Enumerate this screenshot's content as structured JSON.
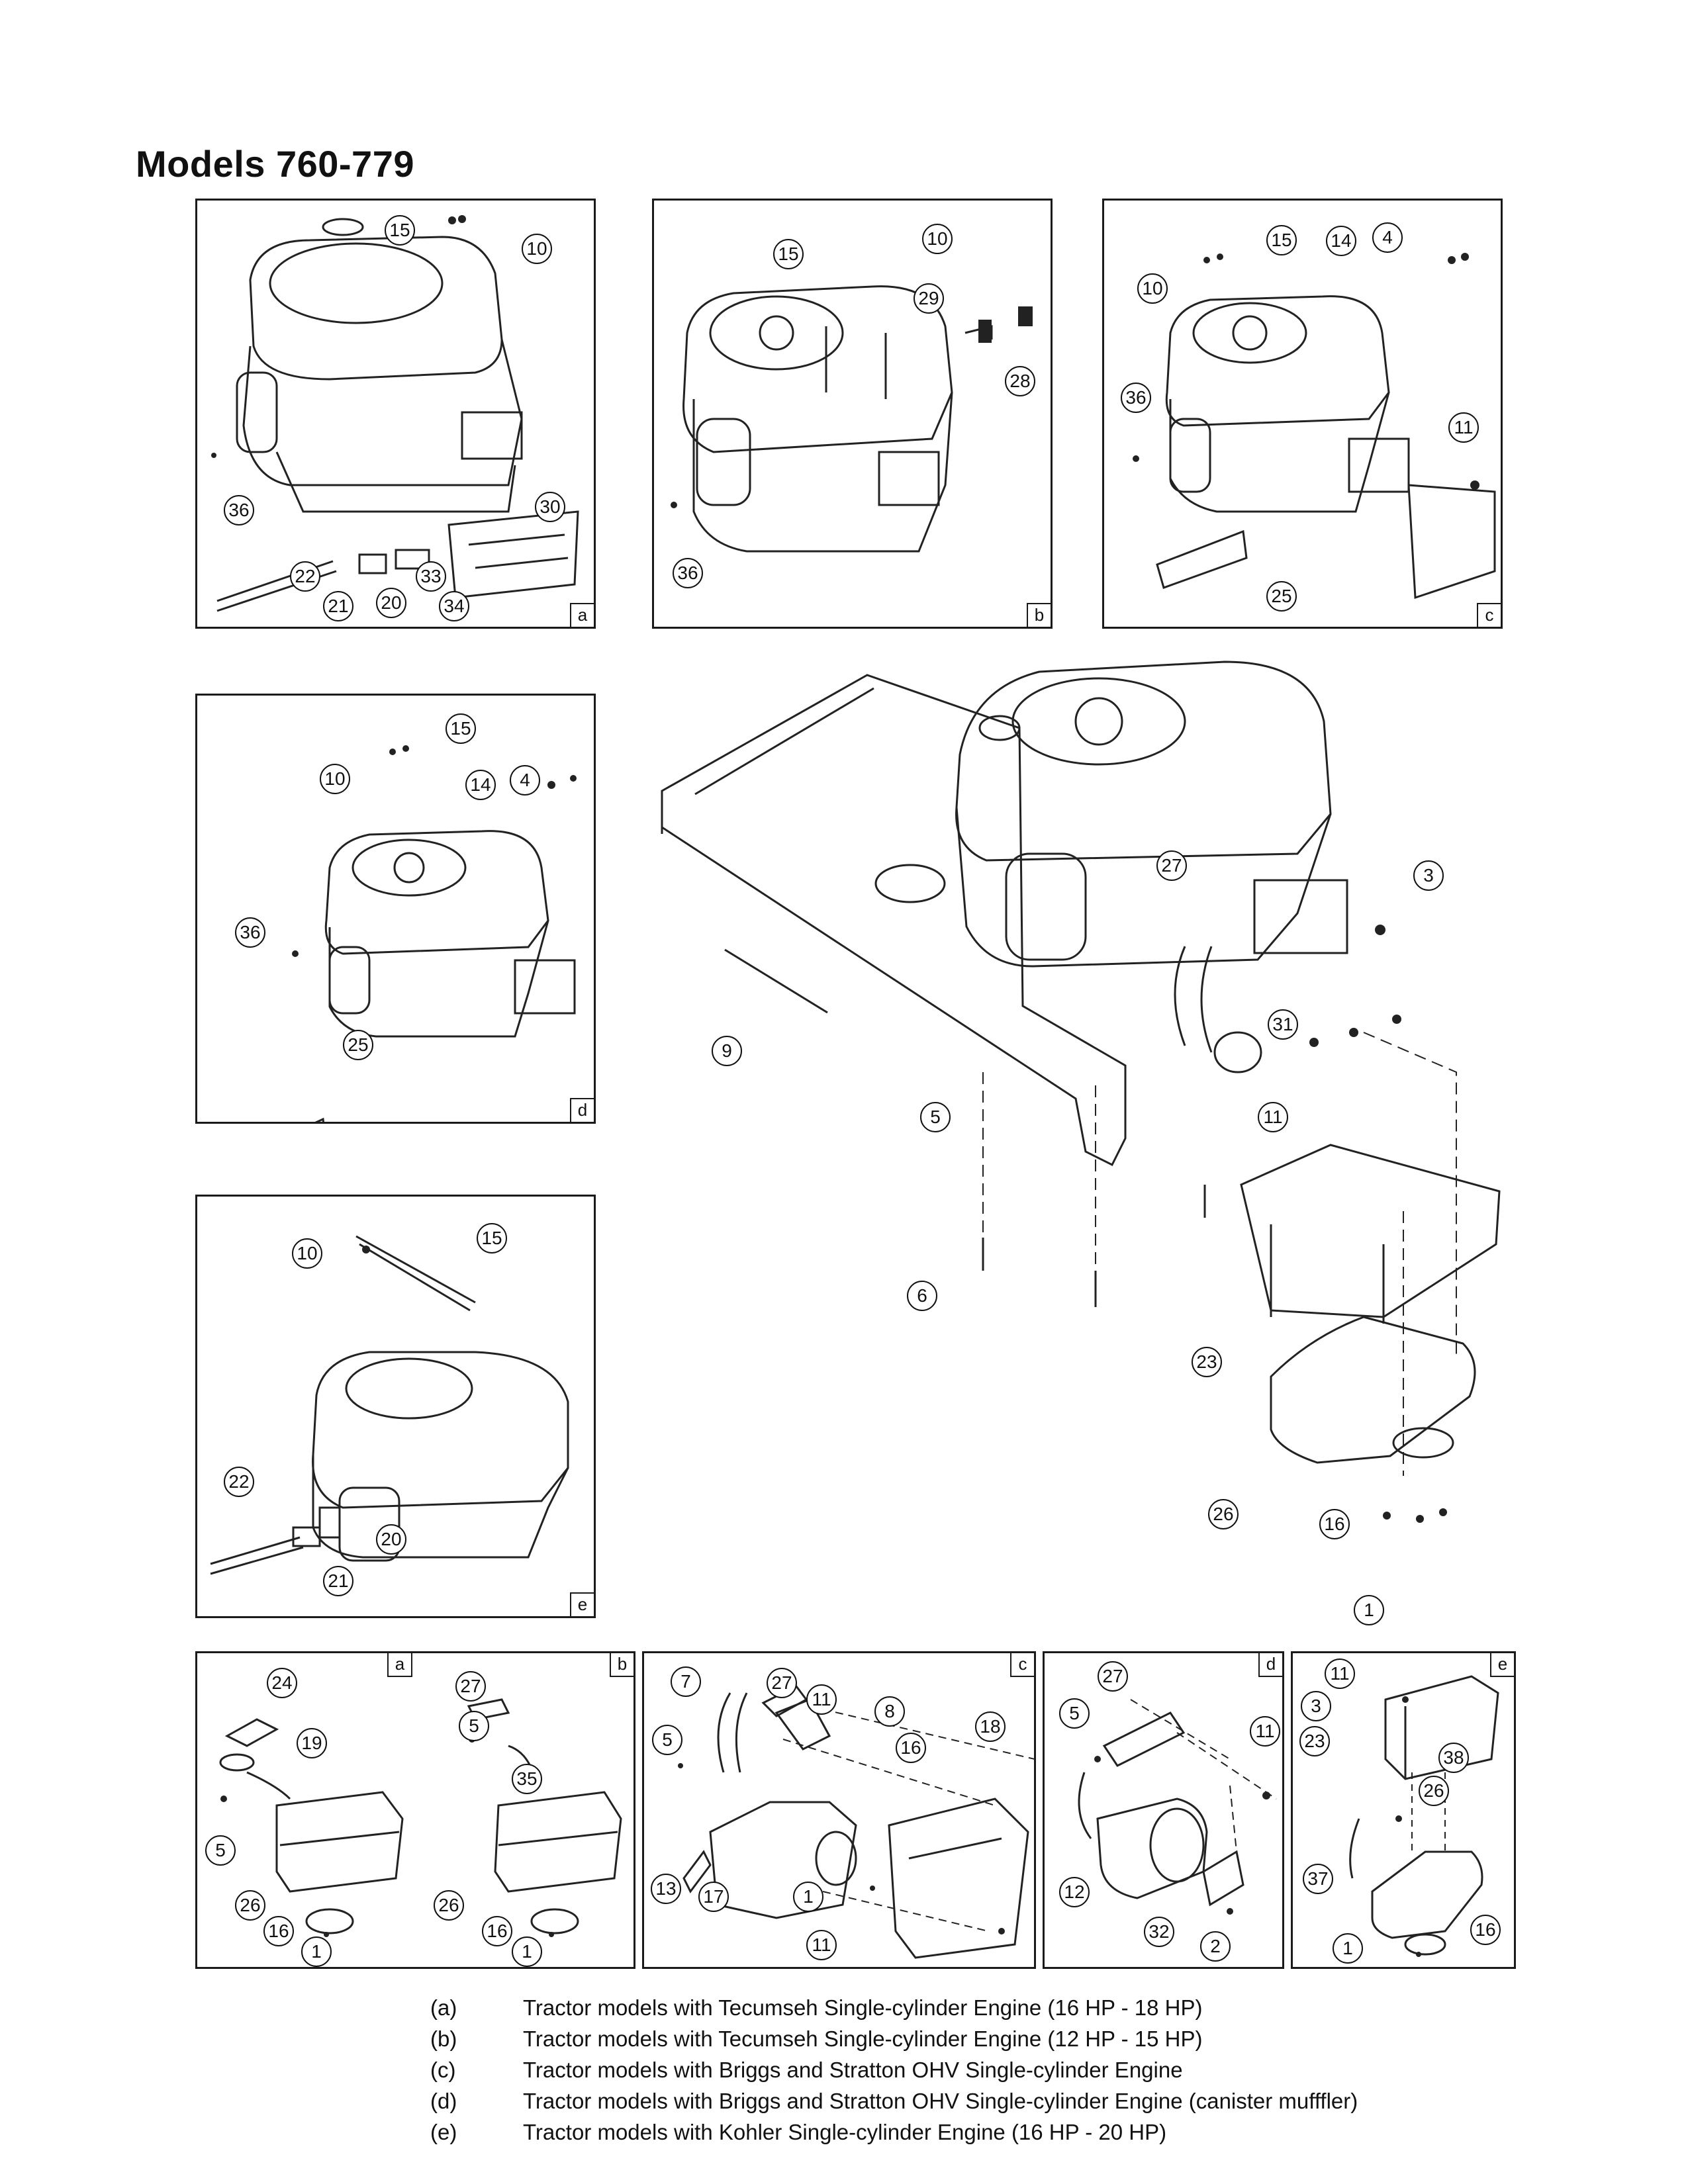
{
  "title": "Models 760-779",
  "panels": {
    "top_a": {
      "tag": "a",
      "callouts": [
        "15",
        "10",
        "36",
        "30",
        "22",
        "33",
        "21",
        "20",
        "34"
      ]
    },
    "top_b": {
      "tag": "b",
      "callouts": [
        "15",
        "10",
        "29",
        "28",
        "36"
      ]
    },
    "top_c": {
      "tag": "c",
      "callouts": [
        "15",
        "4",
        "14",
        "10",
        "36",
        "11",
        "25"
      ]
    },
    "mid_d": {
      "tag": "d",
      "callouts": [
        "15",
        "10",
        "4",
        "14",
        "36",
        "25"
      ]
    },
    "mid_e": {
      "tag": "e",
      "callouts": [
        "15",
        "10",
        "22",
        "20",
        "21"
      ]
    },
    "main": {
      "callouts": [
        "27",
        "3",
        "9",
        "31",
        "5",
        "11",
        "6",
        "23",
        "26",
        "16",
        "1"
      ]
    },
    "bot_ab": {
      "tag_a": "a",
      "tag_b": "b",
      "callouts": [
        "24",
        "27",
        "5",
        "19",
        "35",
        "5",
        "26",
        "26",
        "16",
        "1",
        "16",
        "1"
      ]
    },
    "bot_c": {
      "tag": "c",
      "callouts": [
        "7",
        "27",
        "11",
        "8",
        "5",
        "16",
        "18",
        "13",
        "17",
        "1",
        "11"
      ]
    },
    "bot_d": {
      "tag": "d",
      "callouts": [
        "27",
        "5",
        "11",
        "12",
        "32",
        "2"
      ]
    },
    "bot_e": {
      "tag": "e",
      "callouts": [
        "11",
        "3",
        "23",
        "38",
        "26",
        "37",
        "1",
        "16"
      ]
    }
  },
  "legend": [
    {
      "key": "(a)",
      "text": "Tractor models with Tecumseh Single-cylinder Engine (16 HP - 18 HP)"
    },
    {
      "key": "(b)",
      "text": "Tractor models with Tecumseh Single-cylinder Engine (12 HP - 15 HP)"
    },
    {
      "key": "(c)",
      "text": "Tractor models with Briggs and Stratton OHV Single-cylinder Engine"
    },
    {
      "key": "(d)",
      "text": "Tractor models with Briggs and Stratton OHV Single-cylinder Engine (canister mufffler)"
    },
    {
      "key": "(e)",
      "text": "Tractor models with Kohler Single-cylinder Engine (16 HP - 20 HP)"
    }
  ]
}
